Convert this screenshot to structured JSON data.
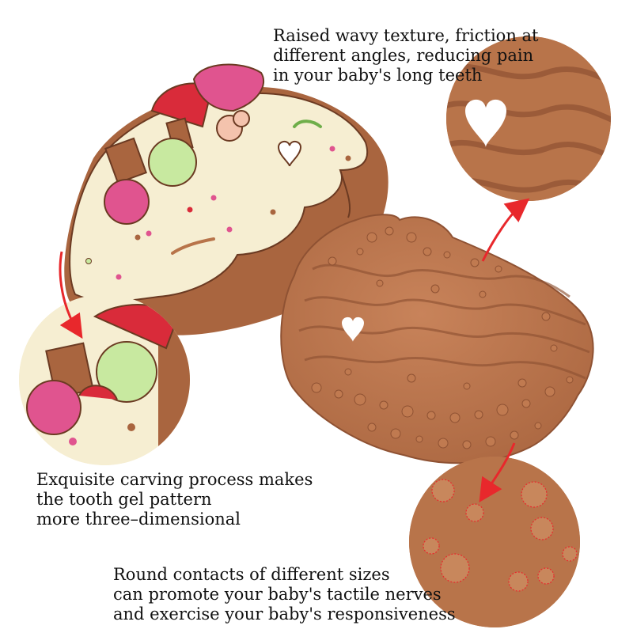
{
  "captions": {
    "wavy_texture": [
      "Raised wavy texture, friction at",
      "different angles, reducing pain",
      "in your baby's long teeth"
    ],
    "carving": [
      "Exquisite carving process makes",
      "the tooth gel pattern",
      "more three–dimensional"
    ],
    "round_contacts": [
      "Round contacts of different sizes",
      "can promote your baby's tactile nerves",
      "and exercise your baby's responsiveness"
    ]
  },
  "colors": {
    "silicone_brown": "#b8744a",
    "silicone_brown_dark": "#8f5233",
    "cream": "#f6eed2",
    "pink": "#e0548f",
    "red": "#d92b3a",
    "mint": "#c8e9a0",
    "peach": "#f4c3ad",
    "arrow_red": "#e8282c",
    "text": "#111111",
    "background": "#ffffff"
  }
}
